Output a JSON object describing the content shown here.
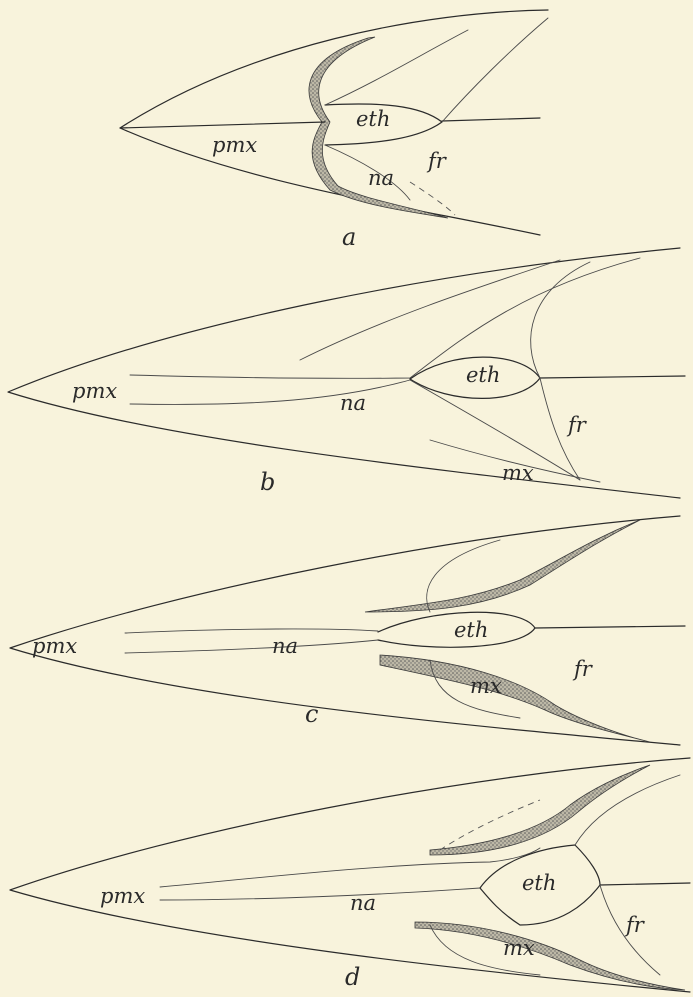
{
  "figures": [
    {
      "id": "a",
      "caption": "a",
      "labels": {
        "premaxilla": "pmx",
        "ethmoid": "eth",
        "nasal": "na",
        "frontal": "fr"
      }
    },
    {
      "id": "b",
      "caption": "b",
      "labels": {
        "premaxilla": "pmx",
        "ethmoid": "eth",
        "nasal": "na",
        "frontal": "fr",
        "maxilla": "mx"
      }
    },
    {
      "id": "c",
      "caption": "c",
      "labels": {
        "premaxilla": "pmx",
        "ethmoid": "eth",
        "nasal": "na",
        "frontal": "fr",
        "maxilla": "mx"
      }
    },
    {
      "id": "d",
      "caption": "d",
      "labels": {
        "premaxilla": "pmx",
        "ethmoid": "eth",
        "nasal": "na",
        "frontal": "fr",
        "maxilla": "mx"
      }
    }
  ],
  "colors": {
    "paper": "#f8f3dc",
    "ink": "#2b2b2b"
  }
}
